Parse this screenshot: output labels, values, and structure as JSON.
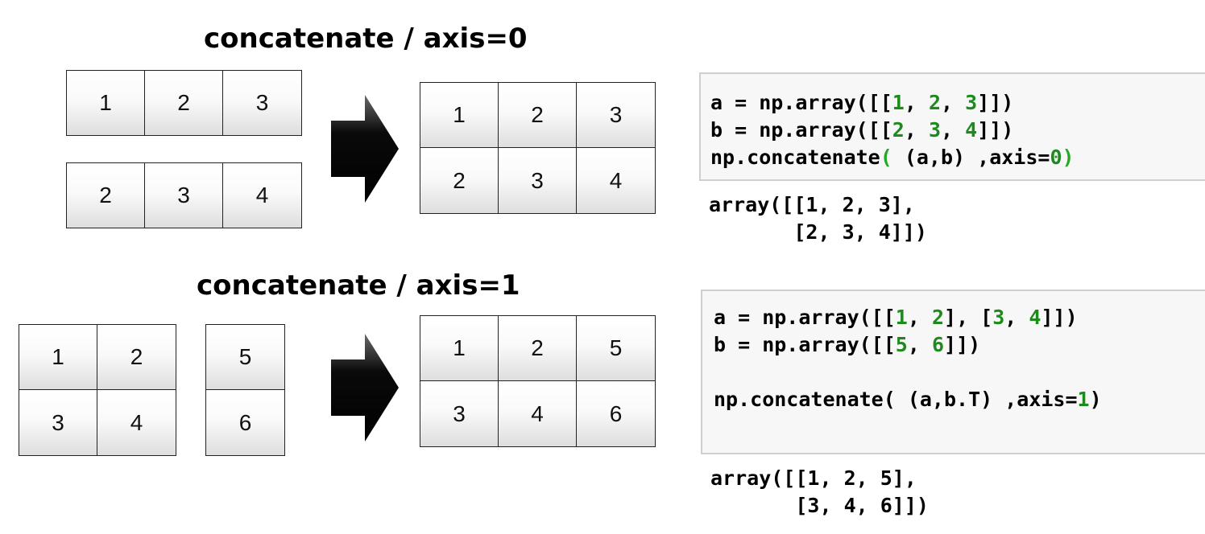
{
  "section0": {
    "title": "concatenate / axis=0",
    "input_a": [
      [
        "1",
        "2",
        "3"
      ]
    ],
    "input_b": [
      [
        "2",
        "3",
        "4"
      ]
    ],
    "result": [
      [
        "1",
        "2",
        "3"
      ],
      [
        "2",
        "3",
        "4"
      ]
    ],
    "code": [
      [
        {
          "t": "a = np.array([["
        },
        {
          "t": "1",
          "c": "num"
        },
        {
          "t": ", "
        },
        {
          "t": "2",
          "c": "num"
        },
        {
          "t": ", "
        },
        {
          "t": "3",
          "c": "num"
        },
        {
          "t": "]])"
        }
      ],
      [
        {
          "t": "b = np.array([["
        },
        {
          "t": "2",
          "c": "num"
        },
        {
          "t": ", "
        },
        {
          "t": "3",
          "c": "num"
        },
        {
          "t": ", "
        },
        {
          "t": "4",
          "c": "num"
        },
        {
          "t": "]])"
        }
      ],
      [
        {
          "t": "np.concatenate"
        },
        {
          "t": "(",
          "c": "par"
        },
        {
          "t": " (a,b) ,axis="
        },
        {
          "t": "0",
          "c": "num"
        },
        {
          "t": ")",
          "c": "par"
        }
      ]
    ],
    "output": [
      "array([[1, 2, 3],",
      "       [2, 3, 4]])"
    ]
  },
  "section1": {
    "title": "concatenate / axis=1",
    "input_a": [
      [
        "1",
        "2"
      ],
      [
        "3",
        "4"
      ]
    ],
    "input_b": [
      [
        "5"
      ],
      [
        "6"
      ]
    ],
    "result": [
      [
        "1",
        "2",
        "5"
      ],
      [
        "3",
        "4",
        "6"
      ]
    ],
    "code": [
      [
        {
          "t": "a = np.array([["
        },
        {
          "t": "1",
          "c": "num"
        },
        {
          "t": ", "
        },
        {
          "t": "2",
          "c": "num"
        },
        {
          "t": "], ["
        },
        {
          "t": "3",
          "c": "num"
        },
        {
          "t": ", "
        },
        {
          "t": "4",
          "c": "num"
        },
        {
          "t": "]])"
        }
      ],
      [
        {
          "t": "b = np.array([["
        },
        {
          "t": "5",
          "c": "num"
        },
        {
          "t": ", "
        },
        {
          "t": "6",
          "c": "num"
        },
        {
          "t": "]])"
        }
      ],
      [
        {
          "t": ""
        }
      ],
      [
        {
          "t": "np.concatenate( (a,b.T) ,axis="
        },
        {
          "t": "1",
          "c": "num"
        },
        {
          "t": ")"
        }
      ]
    ],
    "output": [
      "array([[1, 2, 5],",
      "       [3, 4, 6]])"
    ]
  },
  "colors": {
    "number": "#1e8a1e",
    "paren": "#22aa22",
    "code_bg": "#f7f7f7",
    "code_border": "#cfcfcf"
  }
}
